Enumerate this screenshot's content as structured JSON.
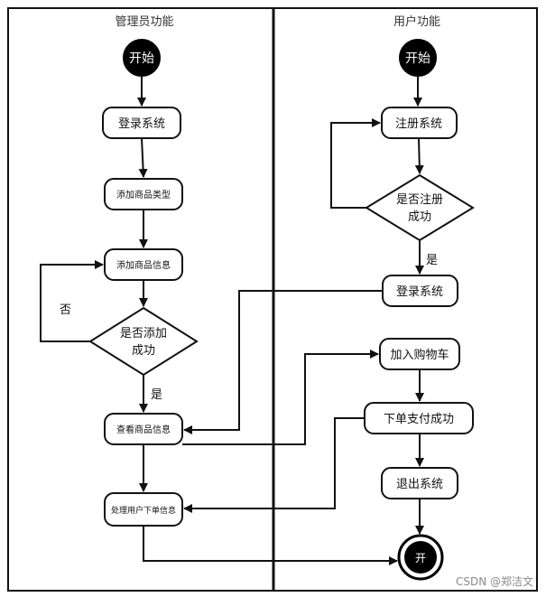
{
  "lanes": {
    "admin_title": "管理员功能",
    "user_title": "用户功能"
  },
  "nodes": {
    "admin_start": "开始",
    "admin_login": "登录系统",
    "add_category": "添加商品类型",
    "add_product": "添加商品信息",
    "add_success_q": [
      "是否添加",
      "成功"
    ],
    "view_product": "查看商品信息",
    "process_order": "处理用户下单信息",
    "user_start": "开始",
    "register": "注册系统",
    "register_success_q": [
      "是否注册",
      "成功"
    ],
    "user_login": "登录系统",
    "add_cart": "加入购物车",
    "order_paid": "下单支付成功",
    "logout": "退出系统",
    "end_text": "开"
  },
  "labels": {
    "no": "否",
    "yes_admin": "是",
    "yes_user": "是"
  },
  "watermark": "CSDN @郑洁文",
  "colors": {
    "line": "#111111",
    "fill": "#ffffff",
    "start_fill": "#000000",
    "start_text": "#ffffff"
  }
}
